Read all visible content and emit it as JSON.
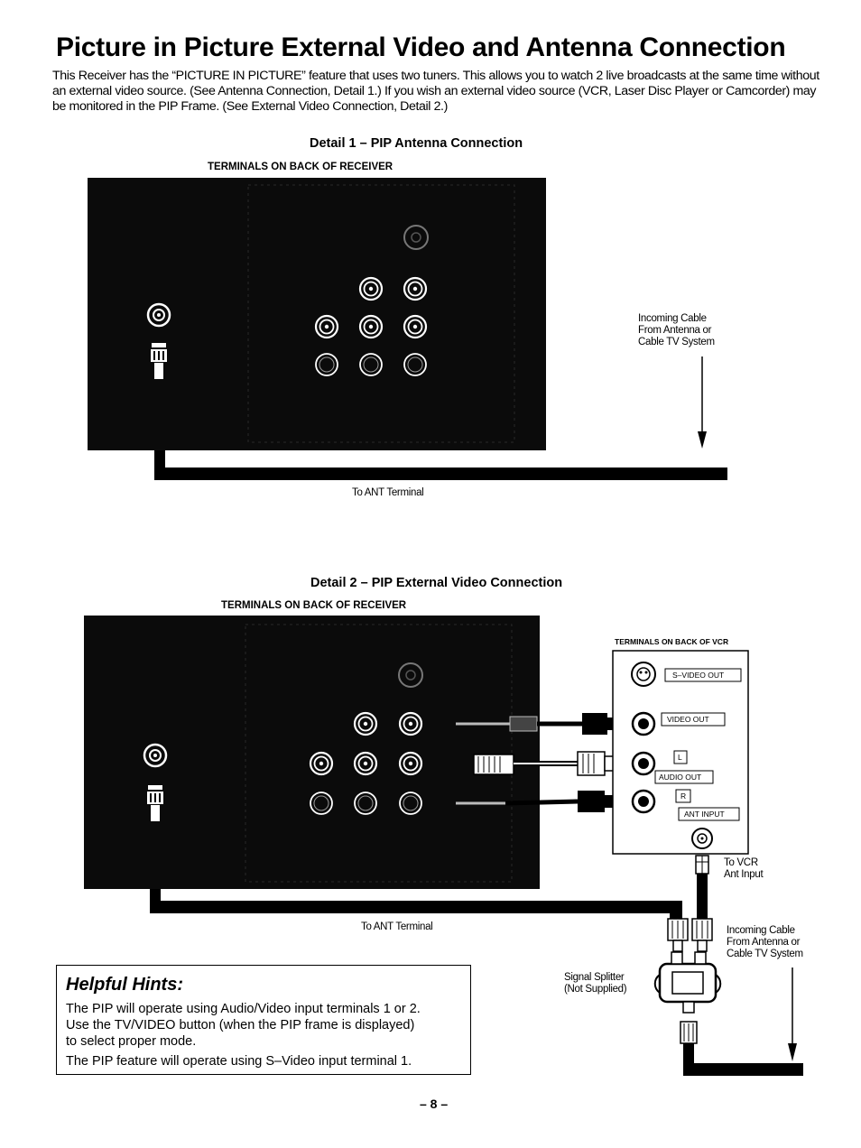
{
  "title": "Picture in Picture External Video and Antenna Connection",
  "intro": "This Receiver has the “PICTURE IN PICTURE” feature that uses two tuners. This allows you to watch 2 live broadcasts at the same time without an external video source. (See Antenna Connection, Detail 1.) If you wish an external video source (VCR, Laser Disc Player or Camcorder) may be monitored in the PIP Frame. (See External Video Connection, Detail 2.)",
  "detail1": {
    "heading": "Detail 1 – PIP Antenna Connection",
    "terminals_caption": "TERMINALS ON BACK OF RECEIVER",
    "incoming_cable": [
      "Incoming Cable",
      "From Antenna or",
      "Cable TV System"
    ],
    "to_ant": "To ANT Terminal"
  },
  "detail2": {
    "heading": "Detail 2 – PIP External Video Connection",
    "terminals_caption": "TERMINALS ON BACK OF RECEIVER",
    "vcr_caption": "TERMINALS ON BACK OF VCR",
    "vcr_labels": {
      "s_video_out": "S–VIDEO OUT",
      "video_out": "VIDEO OUT",
      "l": "L",
      "audio_out": "AUDIO OUT",
      "r": "R",
      "ant_input": "ANT INPUT"
    },
    "to_vcr": [
      "To VCR",
      "Ant Input"
    ],
    "to_ant": "To ANT Terminal",
    "incoming_cable": [
      "Incoming Cable",
      "From Antenna or",
      "Cable TV System"
    ],
    "splitter": [
      "Signal Splitter",
      "(Not Supplied)"
    ]
  },
  "hints": {
    "title": "Helpful Hints:",
    "line1": "The PIP will operate using Audio/Video input terminals 1 or 2.",
    "line2": "Use the TV/VIDEO button (when the PIP frame is displayed)",
    "line3": "to select proper mode.",
    "line4": "The PIP feature will operate using S–Video input terminal 1."
  },
  "page_number": "– 8 –"
}
